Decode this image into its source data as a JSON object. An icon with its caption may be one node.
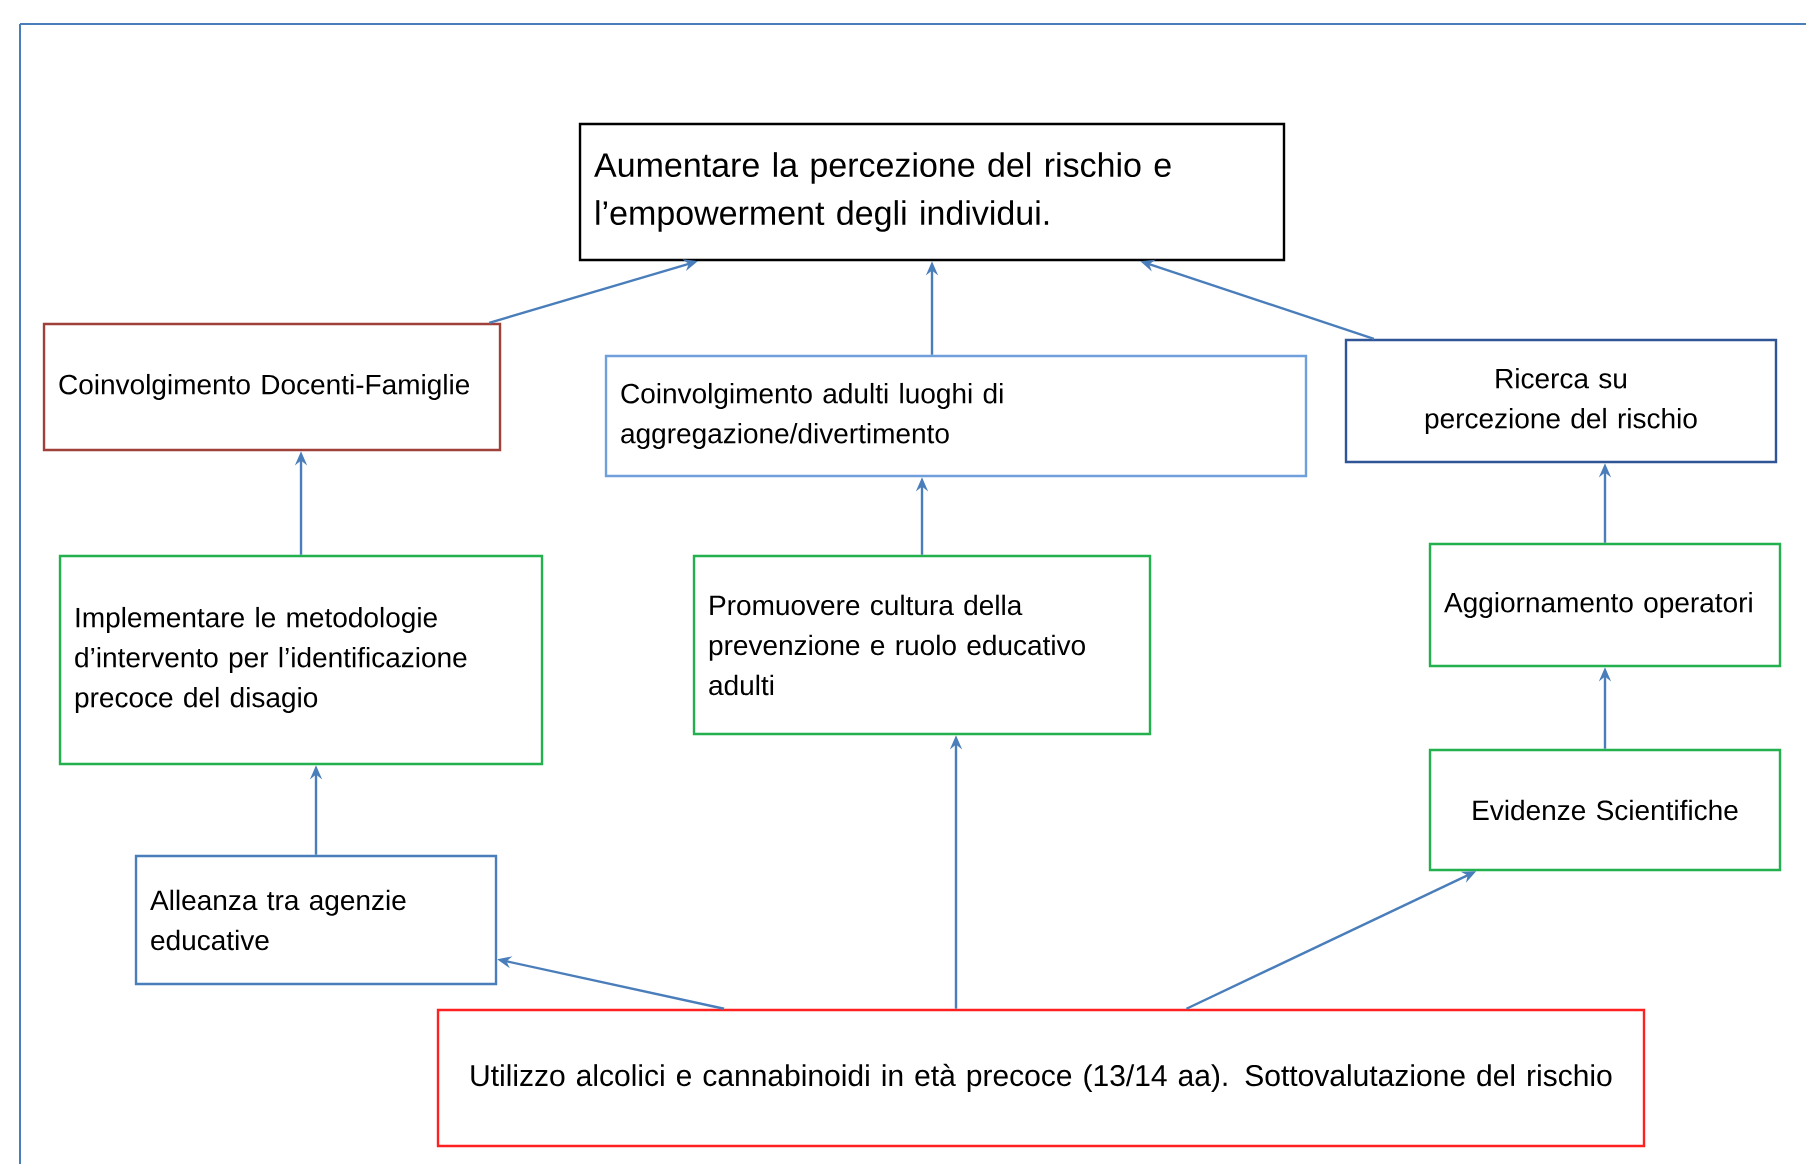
{
  "diagram": {
    "nodes": [
      {
        "text": [
          "Aumentare la percezione del rischio e l’empowerment degli individui."
        ]
      },
      {
        "text": [
          "Coinvolgimento Docenti-Famiglie"
        ]
      },
      {
        "text": [
          "Coinvolgimento adulti luoghi di aggregazione/divertimento"
        ]
      },
      {
        "text": [
          "Ricerca su percezione del rischio"
        ]
      },
      {
        "text": [
          "Implementare le metodologie d’intervento per l’identificazione precoce del disagio"
        ]
      },
      {
        "text": [
          "Promuovere cultura della prevenzione e ruolo educativo adulti"
        ]
      },
      {
        "text": [
          "Aggiornamento operatori"
        ]
      },
      {
        "text": [
          "Evidenze Scientifiche"
        ]
      },
      {
        "text": [
          "Alleanza tra agenzie educative"
        ]
      },
      {
        "text": [
          "Utilizzo alcolici e cannabinoidi in età precoce (13/14 aa). Sottovalutazione del rischio"
        ]
      }
    ],
    "edges": [
      {
        "from": 1,
        "to": 0,
        "arrow": "to"
      },
      {
        "from": 2,
        "to": 0,
        "arrow": "to"
      },
      {
        "from": 3,
        "to": 0,
        "arrow": "to"
      },
      {
        "from": 4,
        "to": 1,
        "arrow": "to"
      },
      {
        "from": 5,
        "to": 2,
        "arrow": "to"
      },
      {
        "from": 6,
        "to": 3,
        "arrow": "to"
      },
      {
        "from": 7,
        "to": 6,
        "arrow": "to"
      },
      {
        "from": 8,
        "to": 4,
        "arrow": "to"
      },
      {
        "from": 9,
        "to": 8,
        "arrow": "to"
      },
      {
        "from": 9,
        "to": 7,
        "arrow": "to"
      },
      {
        "from": 9,
        "to": 5,
        "arrow": "to"
      }
    ]
  }
}
